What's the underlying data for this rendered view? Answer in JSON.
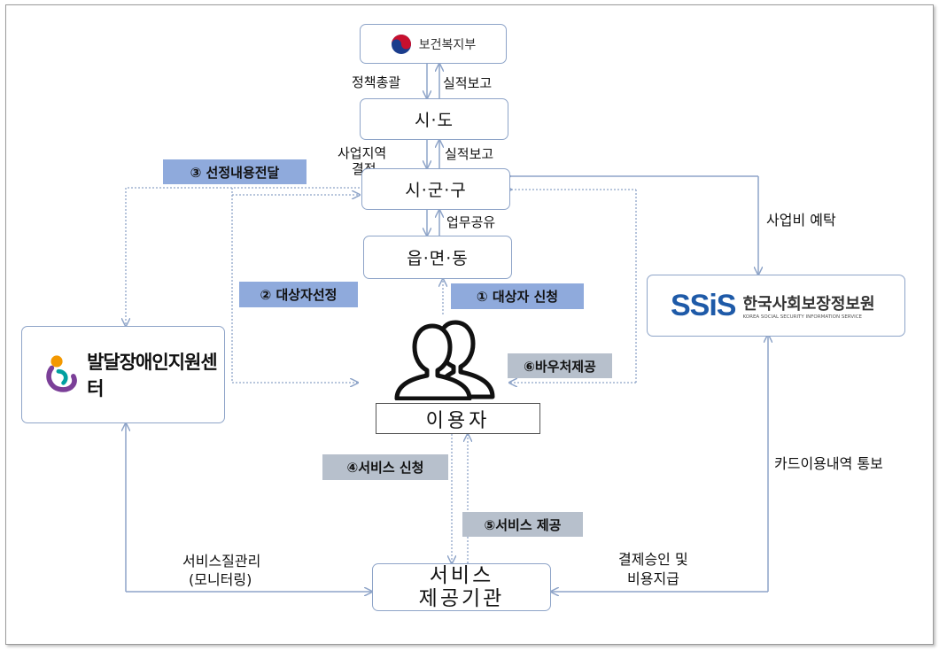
{
  "boxes": {
    "ministry": "보건복지부",
    "sido": "시·도",
    "sigungu": "시·군·구",
    "eupmyeondong": "읍·면·동",
    "center": "발달장애인지원센터",
    "ssis_logo": "SSiS",
    "ssis_name": "한국사회보장정보원",
    "ssis_subtitle": "KOREA SOCIAL SECURITY INFORMATION SERVICE",
    "user": "이용자",
    "provider_line1": "서비스",
    "provider_line2": "제공기관"
  },
  "labels": {
    "policy": "정책총괄",
    "report1": "실적보고",
    "region_decision_1": "사업지역",
    "region_decision_2": "결정",
    "report2": "실적보고",
    "work_share": "업무공유",
    "budget": "사업비 예탁",
    "card_notice": "카드이용내역 통보",
    "quality_1": "서비스질관리",
    "quality_2": "(모니터링)",
    "payment_1": "결제승인 및",
    "payment_2": "비용지급"
  },
  "tags": {
    "step1": "① 대상자 신청",
    "step2": "② 대상자선정",
    "step3": "③ 선정내용전달",
    "step4": "④서비스 신청",
    "step5": "⑤서비스 제공",
    "step6": "⑥바우처제공"
  },
  "colors": {
    "arrow": "#8ea4c8",
    "tag_blue": "#8faadc",
    "tag_gray": "#b7c0cc",
    "ministry_red": "#c8102e",
    "ministry_blue": "#1a3c8c",
    "ssis_blue": "#1e5aa8",
    "ssis_green": "#8cc63f",
    "center_orange": "#f39800",
    "center_purple": "#7b3f98",
    "center_teal": "#00a0a0"
  }
}
